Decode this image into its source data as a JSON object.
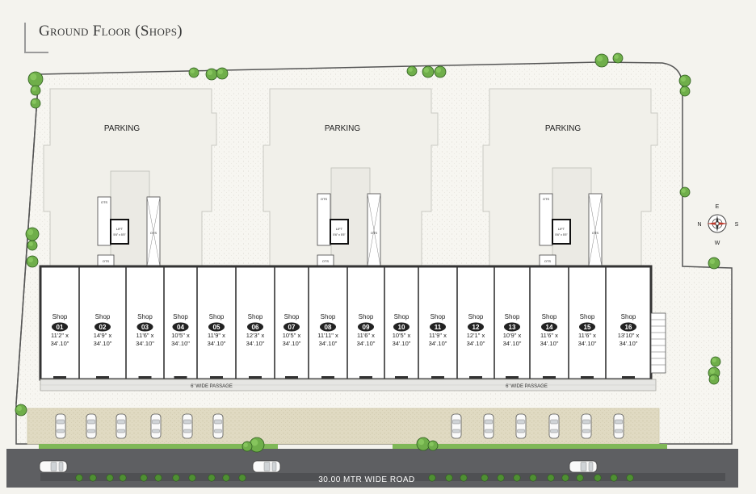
{
  "title": "Ground Floor (Shops)",
  "parking_label": "PARKING",
  "lift_label": "LIFT",
  "lift_size": "5'6\" x 5'5\"",
  "ots_label": "OTS",
  "shop_word": "Shop",
  "passage_label": "6' WIDE PASSAGE",
  "road_label": "30.00 MTR WIDE ROAD",
  "compass": {
    "n": "N",
    "s": "S",
    "e": "E",
    "w": "W"
  },
  "shops": [
    {
      "no": "01",
      "width": "11'2\" x",
      "depth": "34'.10\""
    },
    {
      "no": "02",
      "width": "14'9\" x",
      "depth": "34'.10\""
    },
    {
      "no": "03",
      "width": "11'6\" x",
      "depth": "34'.10\""
    },
    {
      "no": "04",
      "width": "10'5\" x",
      "depth": "34'.10\""
    },
    {
      "no": "05",
      "width": "11'9\" x",
      "depth": "34'.10\""
    },
    {
      "no": "06",
      "width": "12'3\" x",
      "depth": "34'.10\""
    },
    {
      "no": "07",
      "width": "10'5\" x",
      "depth": "34'.10\""
    },
    {
      "no": "08",
      "width": "11'11\" x",
      "depth": "34'.10\""
    },
    {
      "no": "09",
      "width": "11'6\" x",
      "depth": "34'.10\""
    },
    {
      "no": "10",
      "width": "10'5\" x",
      "depth": "34'.10\""
    },
    {
      "no": "11",
      "width": "11'9\" x",
      "depth": "34'.10\""
    },
    {
      "no": "12",
      "width": "12'1\" x",
      "depth": "34'.10\""
    },
    {
      "no": "13",
      "width": "10'9\" x",
      "depth": "34'.10\""
    },
    {
      "no": "14",
      "width": "11'6\" x",
      "depth": "34'.10\""
    },
    {
      "no": "15",
      "width": "11'6\" x",
      "depth": "34'.10\""
    },
    {
      "no": "16",
      "width": "13'10\" x",
      "depth": "34'.10\""
    }
  ],
  "colors": {
    "background": "#f4f3ee",
    "plot": "#f7f6f1",
    "wall": "#3a3a3a",
    "badge": "#222222",
    "road": "#5e5f62",
    "road_text": "#ffffff",
    "tree": "#5d9c3a",
    "passage": "#e6e6e3",
    "landscape": "#dcd6bd",
    "lawn_edge": "#6fae4a"
  }
}
